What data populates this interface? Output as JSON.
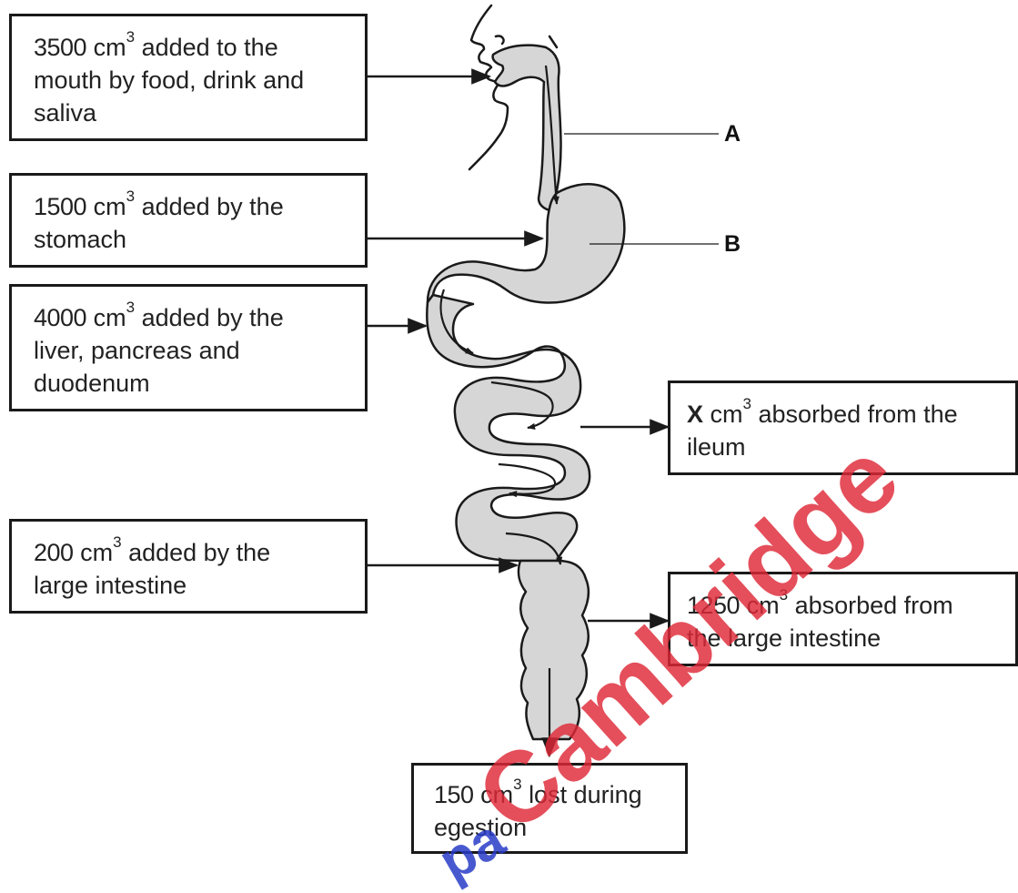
{
  "boxes": {
    "mouth": {
      "num": "3500",
      "unit": "cm",
      "exp": "3",
      "l1": "added to the",
      "l2": "mouth by food, drink and",
      "l3": "saliva"
    },
    "stomach": {
      "num": "1500",
      "unit": "cm",
      "exp": "3",
      "l1": "added by the",
      "l2": "stomach"
    },
    "liver": {
      "num": "4000",
      "unit": "cm",
      "exp": "3",
      "l1": "added by the",
      "l2": "liver, pancreas and",
      "l3": "duodenum"
    },
    "ileum": {
      "num": "X",
      "unit": "cm",
      "exp": "3",
      "l1": "absorbed from the",
      "l2": "ileum"
    },
    "large_added": {
      "num": "200",
      "unit": "cm",
      "exp": "3",
      "l1": "added by the",
      "l2": "large intestine"
    },
    "large_absorbed": {
      "num": "1250",
      "unit": "cm",
      "exp": "3",
      "l1": "absorbed from",
      "l2": "the large intestine"
    },
    "egestion": {
      "num": "150",
      "unit": "cm",
      "exp": "3",
      "l1": "lost during",
      "l2": "egestion"
    }
  },
  "labels": {
    "a": "A",
    "b": "B"
  },
  "watermark": {
    "text": "Cambridge",
    "fragment": "pa"
  },
  "colors": {
    "gut_fill": "#d6d6d6",
    "outline": "#1a1a1a",
    "watermark": "#de2837"
  }
}
